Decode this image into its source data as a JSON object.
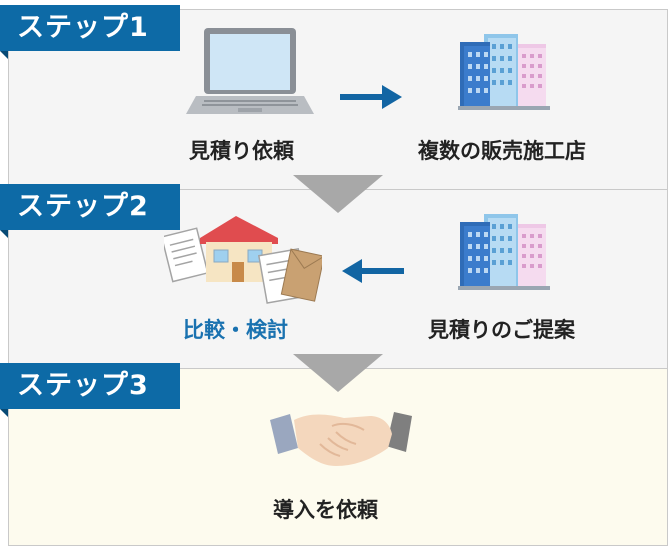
{
  "steps": [
    {
      "tag": "ステップ1",
      "left_label": "見積り依頼",
      "right_label": "複数の販売施工店"
    },
    {
      "tag": "ステップ2",
      "left_label": "比較・検討",
      "right_label": "見積りのご提案"
    },
    {
      "tag": "ステップ3",
      "center_label": "導入を依頼"
    }
  ],
  "colors": {
    "tag_bg": "#0d6aa6",
    "highlight_text": "#1a72b0",
    "arrow_blue": "#1265a3",
    "arrow_gray": "#a8a8a8"
  },
  "icons": [
    "laptop-icon",
    "office-building-icon",
    "house-documents-icon",
    "handshake-icon",
    "right-arrow-icon",
    "left-arrow-icon",
    "down-triangle-icon"
  ]
}
